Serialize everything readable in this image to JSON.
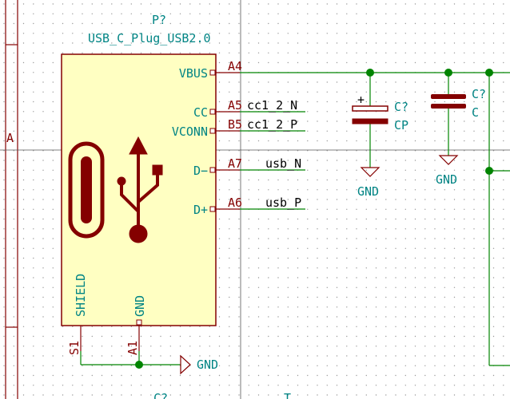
{
  "colors": {
    "background": "#ffffff",
    "grid_dot": "#9a9a9a",
    "wire": "#008400",
    "symbol_outline": "#840000",
    "symbol_fill": "#ffffc2",
    "label_text": "#008484",
    "pin_text": "#840000",
    "border_line": "#840000"
  },
  "sheet": {
    "border_label": "A"
  },
  "connector": {
    "reference": "P?",
    "value": "USB_C_Plug_USB2.0",
    "pins": {
      "vbus": {
        "name": "VBUS",
        "number": "A4"
      },
      "cc": {
        "name": "CC",
        "number": "A5",
        "net": "cc1_2_N"
      },
      "vconn": {
        "name": "VCONN",
        "number": "B5",
        "net": "cc1_2_P"
      },
      "dminus": {
        "name": "D−",
        "number": "A7",
        "net": "usb_N"
      },
      "dplus": {
        "name": "D+",
        "number": "A6",
        "net": "usb_P"
      },
      "shield": {
        "name": "SHIELD",
        "number": "S1"
      },
      "gnd": {
        "name": "GND",
        "number": "A1"
      }
    }
  },
  "cap_polarized": {
    "reference": "C?",
    "value": "CP",
    "plus_sign": "+"
  },
  "cap_plain": {
    "reference": "C?",
    "value": "C"
  },
  "power_symbols": {
    "gnd_cp": "GND",
    "gnd_c": "GND",
    "gnd_connector": "GND"
  },
  "partial_labels": {
    "bottom_left": "C?",
    "bottom_mid": "T"
  }
}
